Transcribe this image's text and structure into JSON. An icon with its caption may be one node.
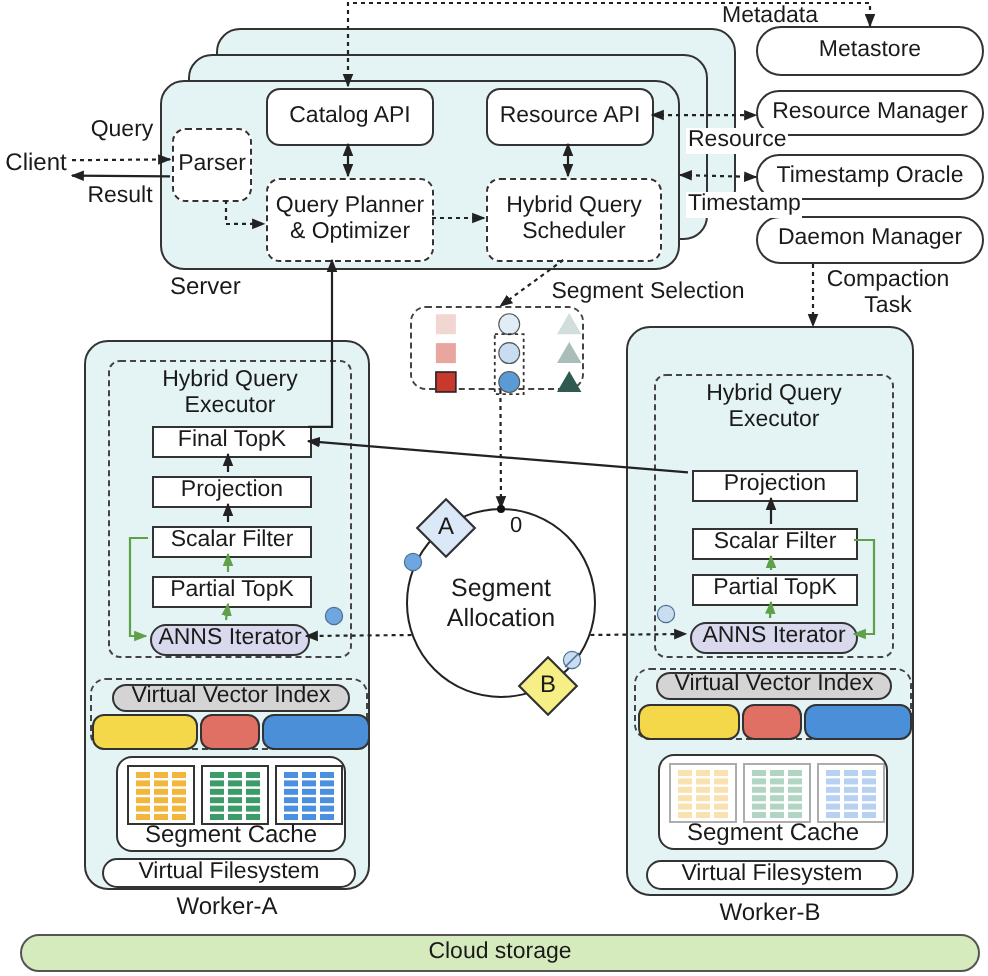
{
  "diagram": {
    "nodes": [
      {
        "text": [
          "Client"
        ]
      },
      {
        "text": [
          "Server"
        ]
      },
      {
        "text": [
          "Parser"
        ],
        "in": 1
      },
      {
        "text": [
          "Catalog API"
        ],
        "in": 1
      },
      {
        "text": [
          "Resource API"
        ],
        "in": 1
      },
      {
        "text": [
          "Query Planner & Optimizer"
        ],
        "in": 1
      },
      {
        "text": [
          "Hybrid Query Scheduler"
        ],
        "in": 1
      },
      {
        "text": [
          "Metastore"
        ]
      },
      {
        "text": [
          "Resource Manager"
        ]
      },
      {
        "text": [
          "Timestamp Oracle"
        ]
      },
      {
        "text": [
          "Daemon Manager"
        ]
      },
      {
        "text": [],
        "shape": "box"
      },
      {
        "text": [
          "Segment Allocation"
        ]
      },
      {
        "text": [
          "A"
        ]
      },
      {
        "text": [
          "B"
        ]
      },
      {
        "text": [
          "Worker-A"
        ]
      },
      {
        "text": [
          "Hybrid Query Executor"
        ],
        "in": 15
      },
      {
        "text": [
          "Final TopK"
        ],
        "in": 16
      },
      {
        "text": [
          "Projection"
        ],
        "in": 16
      },
      {
        "text": [
          "Scalar Filter"
        ],
        "in": 16
      },
      {
        "text": [
          "Partial TopK"
        ],
        "in": 16
      },
      {
        "text": [
          "ANNS Iterator"
        ],
        "in": 16
      },
      {
        "text": [],
        "shape": "box",
        "in": 15
      },
      {
        "text": [
          "Virtual Vector Index"
        ],
        "in": 22
      },
      {
        "text": [],
        "shape": "box",
        "in": 22
      },
      {
        "text": [],
        "shape": "box",
        "in": 22
      },
      {
        "text": [],
        "shape": "box",
        "in": 22
      },
      {
        "text": [
          "Segment Cache"
        ],
        "in": 15
      },
      {
        "text": [
          "Virtual Filesystem"
        ],
        "in": 15
      },
      {
        "text": [
          "Worker-B"
        ]
      },
      {
        "text": [
          "Hybrid Query Executor"
        ],
        "in": 29
      },
      {
        "text": [
          "Projection"
        ],
        "in": 30
      },
      {
        "text": [
          "Scalar Filter"
        ],
        "in": 30
      },
      {
        "text": [
          "Partial TopK"
        ],
        "in": 30
      },
      {
        "text": [
          "ANNS Iterator"
        ],
        "in": 30
      },
      {
        "text": [],
        "shape": "box",
        "in": 29
      },
      {
        "text": [
          "Virtual Vector Index"
        ],
        "in": 35
      },
      {
        "text": [],
        "shape": "box",
        "in": 35
      },
      {
        "text": [],
        "shape": "box",
        "in": 35
      },
      {
        "text": [],
        "shape": "box",
        "in": 35
      },
      {
        "text": [
          "Segment Cache"
        ],
        "in": 29
      },
      {
        "text": [
          "Virtual Filesystem"
        ],
        "in": 29
      },
      {
        "text": [
          "Cloud storage"
        ]
      }
    ],
    "edges": [
      {
        "from": 0,
        "to": 2,
        "arrow": "to",
        "label": "Query",
        "style": "dashed"
      },
      {
        "from": 2,
        "to": 0,
        "arrow": "to",
        "label": "Result"
      },
      {
        "from": 2,
        "to": 5,
        "arrow": "to",
        "style": "dashed"
      },
      {
        "from": 3,
        "to": 5,
        "arrow": "both"
      },
      {
        "from": 4,
        "to": 6,
        "arrow": "both"
      },
      {
        "from": 5,
        "to": 6,
        "arrow": "to",
        "style": "dashed"
      },
      {
        "from": 3,
        "to": 7,
        "arrow": "both",
        "label": "Metadata",
        "style": "dashed"
      },
      {
        "from": 4,
        "to": 8,
        "arrow": "both",
        "label": "Resource",
        "style": "dashed"
      },
      {
        "from": 1,
        "to": 9,
        "arrow": "both",
        "label": "Timestamp",
        "style": "dashed"
      },
      {
        "from": 10,
        "to": 29,
        "arrow": "to",
        "label": "Compaction Task",
        "style": "dashed"
      },
      {
        "from": 6,
        "to": 11,
        "arrow": "to",
        "label": "Segment Selection",
        "style": "dashed"
      },
      {
        "from": 11,
        "to": 12,
        "arrow": "to",
        "style": "dashed"
      },
      {
        "from": 17,
        "to": 5,
        "arrow": "to"
      },
      {
        "from": 31,
        "to": 17,
        "arrow": "to"
      },
      {
        "from": 21,
        "to": 20,
        "arrow": "to",
        "color": "#5fa04a"
      },
      {
        "from": 20,
        "to": 19,
        "arrow": "to",
        "color": "#5fa04a"
      },
      {
        "from": 19,
        "to": 18,
        "arrow": "to"
      },
      {
        "from": 18,
        "to": 17,
        "arrow": "to"
      },
      {
        "from": 19,
        "to": 21,
        "arrow": "to",
        "color": "#5fa04a"
      },
      {
        "from": 34,
        "to": 33,
        "arrow": "to",
        "color": "#5fa04a"
      },
      {
        "from": 33,
        "to": 32,
        "arrow": "to",
        "color": "#5fa04a"
      },
      {
        "from": 32,
        "to": 31,
        "arrow": "to"
      },
      {
        "from": 32,
        "to": 34,
        "arrow": "to",
        "color": "#5fa04a"
      },
      {
        "from": 12,
        "to": 21,
        "arrow": "to",
        "style": "dashed"
      },
      {
        "from": 12,
        "to": 34,
        "arrow": "to",
        "style": "dashed"
      }
    ],
    "labels": [
      "0"
    ]
  }
}
